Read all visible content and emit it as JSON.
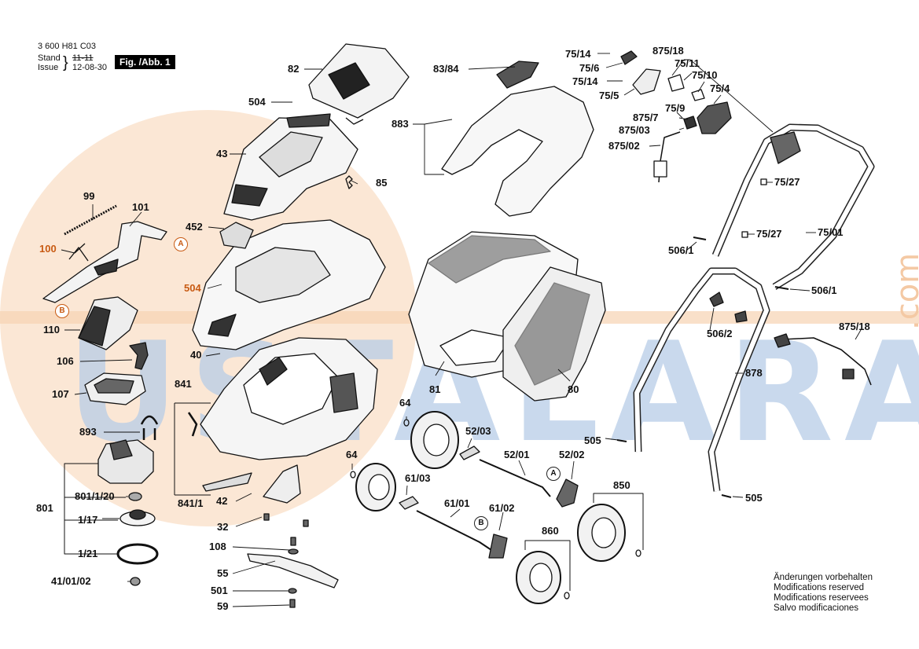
{
  "header": {
    "doc_number": "3 600 H81 C03",
    "stand_label": "Stand",
    "stand_value": "11-11",
    "issue_label": "Issue",
    "issue_value": "12-08-30",
    "figure": "Fig. /Abb. 1"
  },
  "watermark": {
    "text": "USTALARA",
    "suffix": ".com",
    "colors": {
      "orange": "#f7d3b2",
      "blue": "#b8cde7"
    }
  },
  "notes": [
    "Änderungen vorbehalten",
    "Modifications reserved",
    "Modifications reservees",
    "Salvo modificaciones"
  ],
  "markers": {
    "a": "A",
    "b": "B"
  },
  "labels": {
    "p82": "82",
    "p504a": "504",
    "p43": "43",
    "p85": "85",
    "p452": "452",
    "p504b": "504",
    "p40": "40",
    "p99": "99",
    "p101": "101",
    "p100": "100",
    "p110": "110",
    "p106": "106",
    "p107": "107",
    "p893": "893",
    "p801": "801",
    "p801_1_20": "801/1/20",
    "p1_17": "1/17",
    "p1_21": "1/21",
    "p41_01_02": "41/01/02",
    "p841": "841",
    "p841_1": "841/1",
    "p42": "42",
    "p32": "32",
    "p108": "108",
    "p55": "55",
    "p501": "501",
    "p59": "59",
    "p83_84": "83/84",
    "p883": "883",
    "p81": "81",
    "p80": "80",
    "p64a": "64",
    "p52_03": "52/03",
    "p52_01": "52/01",
    "p52_02": "52/02",
    "p64b": "64",
    "p61_03": "61/03",
    "p61_01": "61/01",
    "p61_02": "61/02",
    "p860": "860",
    "p850": "850",
    "p505a": "505",
    "p505b": "505",
    "p878": "878",
    "p875_18a": "875/18",
    "p75_14a": "75/14",
    "p75_6": "75/6",
    "p75_14b": "75/14",
    "p75_5": "75/5",
    "p875_18b": "875/18",
    "p75_11": "75/11",
    "p75_10": "75/10",
    "p75_4": "75/4",
    "p75_9": "75/9",
    "p875_7": "875/7",
    "p875_03": "875/03",
    "p875_02": "875/02",
    "p75_27a": "75/27",
    "p75_27b": "75/27",
    "p75_01": "75/01",
    "p506_1a": "506/1",
    "p506_1b": "506/1",
    "p506_2": "506/2"
  }
}
